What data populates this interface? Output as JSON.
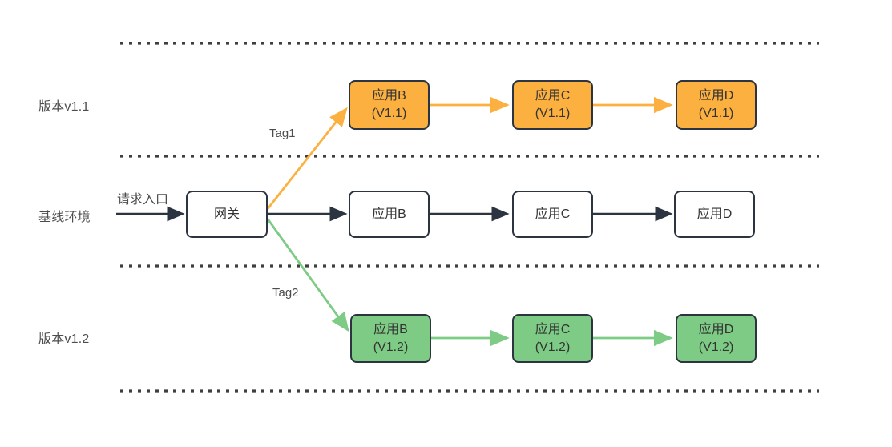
{
  "diagram": {
    "title_rows": [
      {
        "id": "v11",
        "label": "版本v1.1"
      },
      {
        "id": "baseline",
        "label": "基线环境"
      },
      {
        "id": "v12",
        "label": "版本v1.2"
      }
    ],
    "entry": {
      "label": "请求入口"
    },
    "tags": [
      {
        "id": "tag1",
        "label": "Tag1"
      },
      {
        "id": "tag2",
        "label": "Tag2"
      }
    ],
    "nodes": {
      "gateway": {
        "line1": "网关",
        "line2": ""
      },
      "v11": [
        {
          "line1": "应用B",
          "line2": "(V1.1)"
        },
        {
          "line1": "应用C",
          "line2": "(V1.1)"
        },
        {
          "line1": "应用D",
          "line2": "(V1.1)"
        }
      ],
      "baseline": [
        {
          "line1": "应用B",
          "line2": ""
        },
        {
          "line1": "应用C",
          "line2": ""
        },
        {
          "line1": "应用D",
          "line2": ""
        }
      ],
      "v12": [
        {
          "line1": "应用B",
          "line2": "(V1.2)"
        },
        {
          "line1": "应用C",
          "line2": "(V1.2)"
        },
        {
          "line1": "应用D",
          "line2": "(V1.2)"
        }
      ]
    },
    "colors": {
      "orange": "#fcb040",
      "green": "#7ecb85",
      "stroke_dark": "#2b3440",
      "dash_line": "#3f3f3f",
      "text": "#4d4d4d"
    }
  }
}
